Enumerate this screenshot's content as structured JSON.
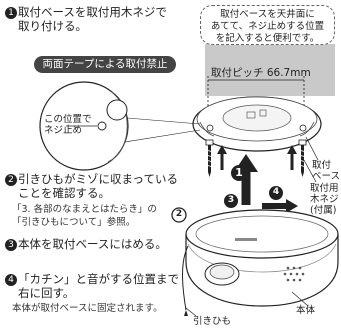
{
  "steps": [
    {
      "number": "1",
      "text_line1": "取付ベースを取付用木ネジで",
      "text_line2": "取り付ける。"
    },
    {
      "number": "2",
      "text_line1": "引きひもがミゾに収まっている",
      "text_line2": "ことを確認する。",
      "note_line1": "「3. 各部のなまえとはたらき」の",
      "note_line2": "「引きひもについて」参照。"
    },
    {
      "number": "3",
      "text_line1": "本体を取付ベースにはめる。"
    },
    {
      "number": "4",
      "text_line1": "「カチン」と音がする位置まで",
      "text_line2": "右に回す。",
      "note_line1": "本体が取付ベースに固定されます。"
    }
  ],
  "banner": "両面テープによる取付禁止",
  "callout": {
    "line1": "取付ベースを天井面に",
    "line2": "あてて、ネジ止めする位置",
    "line3": "を記入すると便利です。"
  },
  "pitch_label": "取付ピッチ 66.7mm",
  "inset_label": {
    "line1": "この位置で",
    "line2": "ネジ止め"
  },
  "labels": {
    "base": {
      "line1": "取付",
      "line2": "ベース"
    },
    "screw": {
      "line1": "取付用",
      "line2": "木ネジ",
      "line3": "(付属)"
    },
    "body": "本体",
    "cord": "引きひも"
  },
  "diagram_numbers": [
    "1",
    "2",
    "3",
    "4"
  ]
}
